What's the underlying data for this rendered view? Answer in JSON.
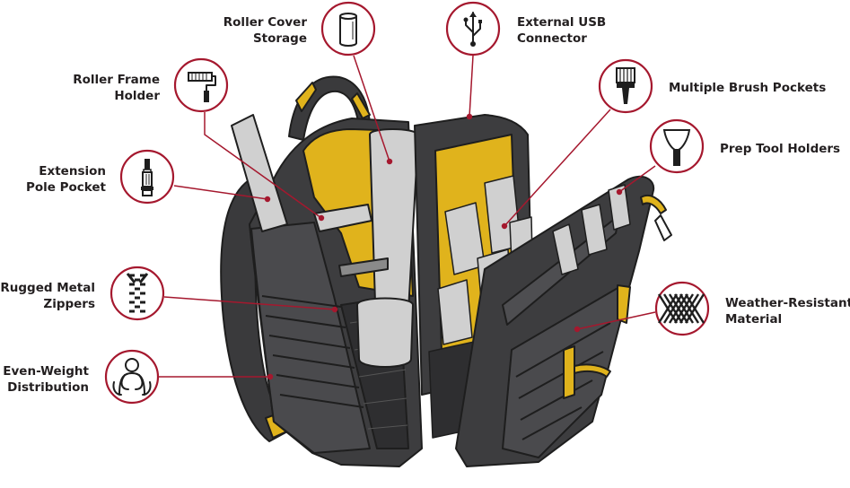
{
  "colors": {
    "accent": "#a5182e",
    "bag_dark": "#3d3d3f",
    "bag_mid": "#4e4e51",
    "bag_outline": "#1e1e1e",
    "lining": "#e0b31c",
    "tool_gray": "#d0d0d0",
    "text": "#231f20"
  },
  "callouts": [
    {
      "id": "roller-frame-holder",
      "lines": [
        "Roller Frame",
        "Holder"
      ],
      "icon": "paint-roller-icon"
    },
    {
      "id": "roller-cover-storage",
      "lines": [
        "Roller Cover",
        "Storage"
      ],
      "icon": "roller-cover-icon"
    },
    {
      "id": "external-usb-connector",
      "lines": [
        "External USB",
        "Connector"
      ],
      "icon": "usb-icon"
    },
    {
      "id": "multiple-brush-pockets",
      "lines": [
        "Multiple Brush Pockets"
      ],
      "icon": "paintbrush-icon"
    },
    {
      "id": "prep-tool-holders",
      "lines": [
        "Prep Tool Holders"
      ],
      "icon": "putty-knife-icon"
    },
    {
      "id": "extension-pole-pocket",
      "lines": [
        "Extension",
        "Pole Pocket"
      ],
      "icon": "extension-pole-icon"
    },
    {
      "id": "rugged-metal-zippers",
      "lines": [
        "Rugged Metal",
        "Zippers"
      ],
      "icon": "zipper-icon"
    },
    {
      "id": "weather-resistant-material",
      "lines": [
        "Weather-Resistant",
        "Material"
      ],
      "icon": "woven-fabric-icon"
    },
    {
      "id": "even-weight-distribution",
      "lines": [
        "Even-Weight",
        "Distribution"
      ],
      "icon": "person-backpack-icon"
    }
  ]
}
